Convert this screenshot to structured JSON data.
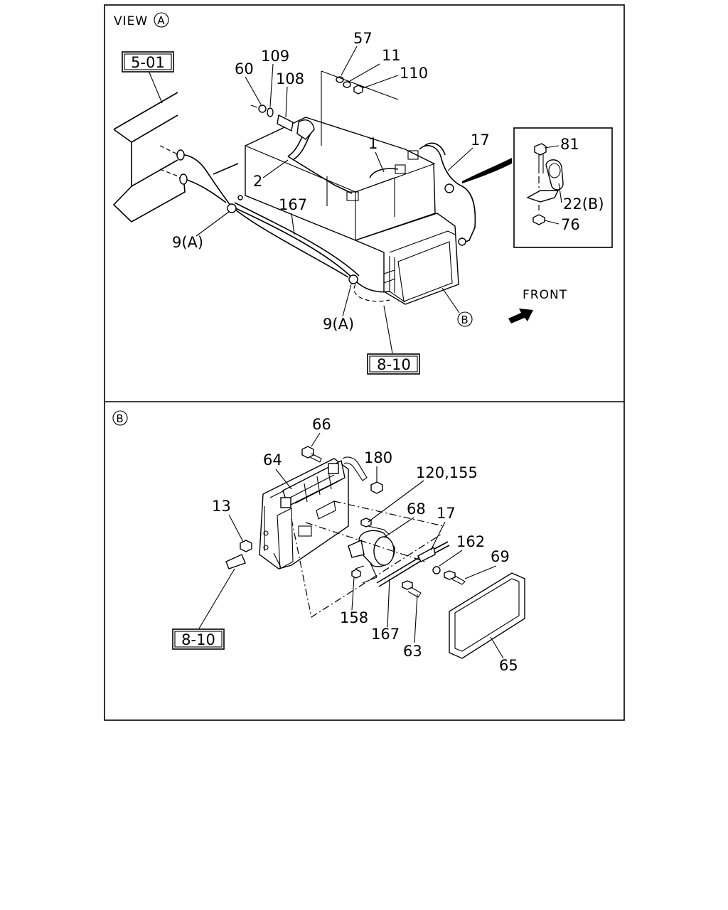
{
  "view_a": {
    "title": "VIEW",
    "title_marker": "A",
    "front_label": "FRONT",
    "refs": [
      "5-01",
      "8-10"
    ],
    "labels": [
      "57",
      "11",
      "110",
      "60",
      "109",
      "108",
      "1",
      "17",
      "81",
      "2",
      "22(B)",
      "167",
      "76",
      "9(A)",
      "9(A)"
    ],
    "marker_b": "B"
  },
  "view_b": {
    "title_marker": "B",
    "refs": [
      "8-10"
    ],
    "labels": [
      "66",
      "180",
      "64",
      "120,155",
      "68",
      "17",
      "13",
      "162",
      "69",
      "158",
      "167",
      "63",
      "65"
    ]
  }
}
